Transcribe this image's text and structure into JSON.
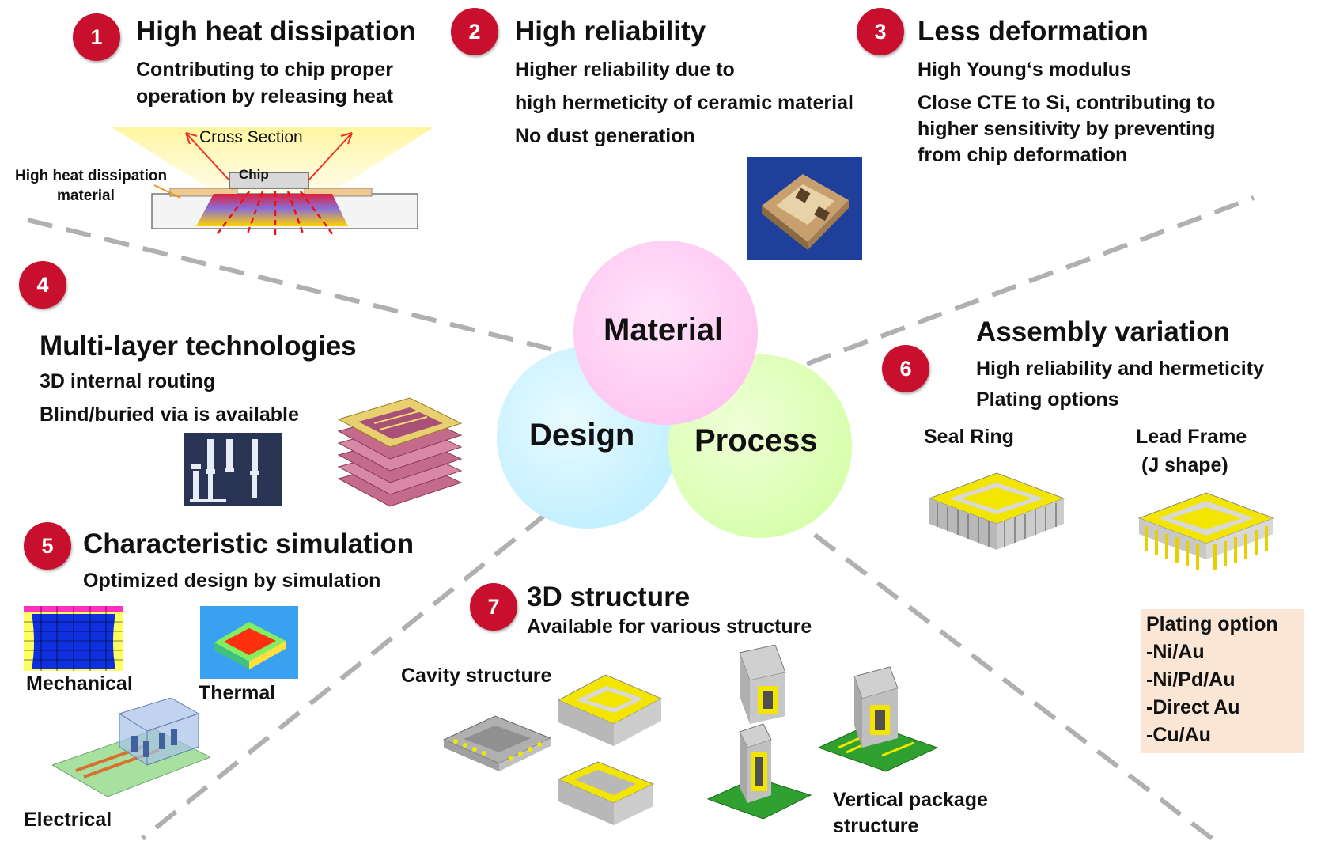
{
  "center": {
    "material": "Material",
    "design": "Design",
    "process": "Process"
  },
  "s1": {
    "num": "1",
    "title": "High heat dissipation",
    "line1": "Contributing to chip proper",
    "line2": "operation by releasing heat",
    "cross_section": "Cross Section",
    "chip": "Chip",
    "material_label1": "High heat dissipation",
    "material_label2": "material"
  },
  "s2": {
    "num": "2",
    "title": "High reliability",
    "line1": "Higher reliability due to",
    "line2": "high hermeticity of ceramic material",
    "line3": "No dust generation"
  },
  "s3": {
    "num": "3",
    "title": "Less deformation",
    "line1": "High Young‘s modulus",
    "line2": "Close CTE to Si, contributing to",
    "line3": "higher sensitivity by preventing",
    "line4": "from chip deformation"
  },
  "s4": {
    "num": "4",
    "title": "Multi-layer technologies",
    "line1": "3D internal routing",
    "line2": "Blind/buried via is available"
  },
  "s5": {
    "num": "5",
    "title": "Characteristic simulation",
    "line1": "Optimized design by simulation",
    "mechanical": "Mechanical",
    "thermal": "Thermal",
    "electrical": "Electrical"
  },
  "s6": {
    "num": "6",
    "title": "Assembly variation",
    "line1": "High reliability and hermeticity",
    "line2": "Plating options",
    "seal_ring": "Seal Ring",
    "lead_frame1": "Lead Frame",
    "lead_frame2": "(J shape)",
    "plating_title": "Plating option",
    "plating_items": [
      "-Ni/Au",
      "-Ni/Pd/Au",
      "-Direct Au",
      "-Cu/Au"
    ]
  },
  "s7": {
    "num": "7",
    "title": "3D structure",
    "line1": "Available for various structure",
    "cavity": "Cavity structure",
    "vertical1": "Vertical package",
    "vertical2": "structure"
  },
  "colors": {
    "badge": "#c8102e",
    "material_circle": "#ffc8f4",
    "design_circle": "#c8f4ff",
    "process_circle": "#dcffb0",
    "gold": "#f2e600",
    "ceramic": "#c8c8c8"
  }
}
